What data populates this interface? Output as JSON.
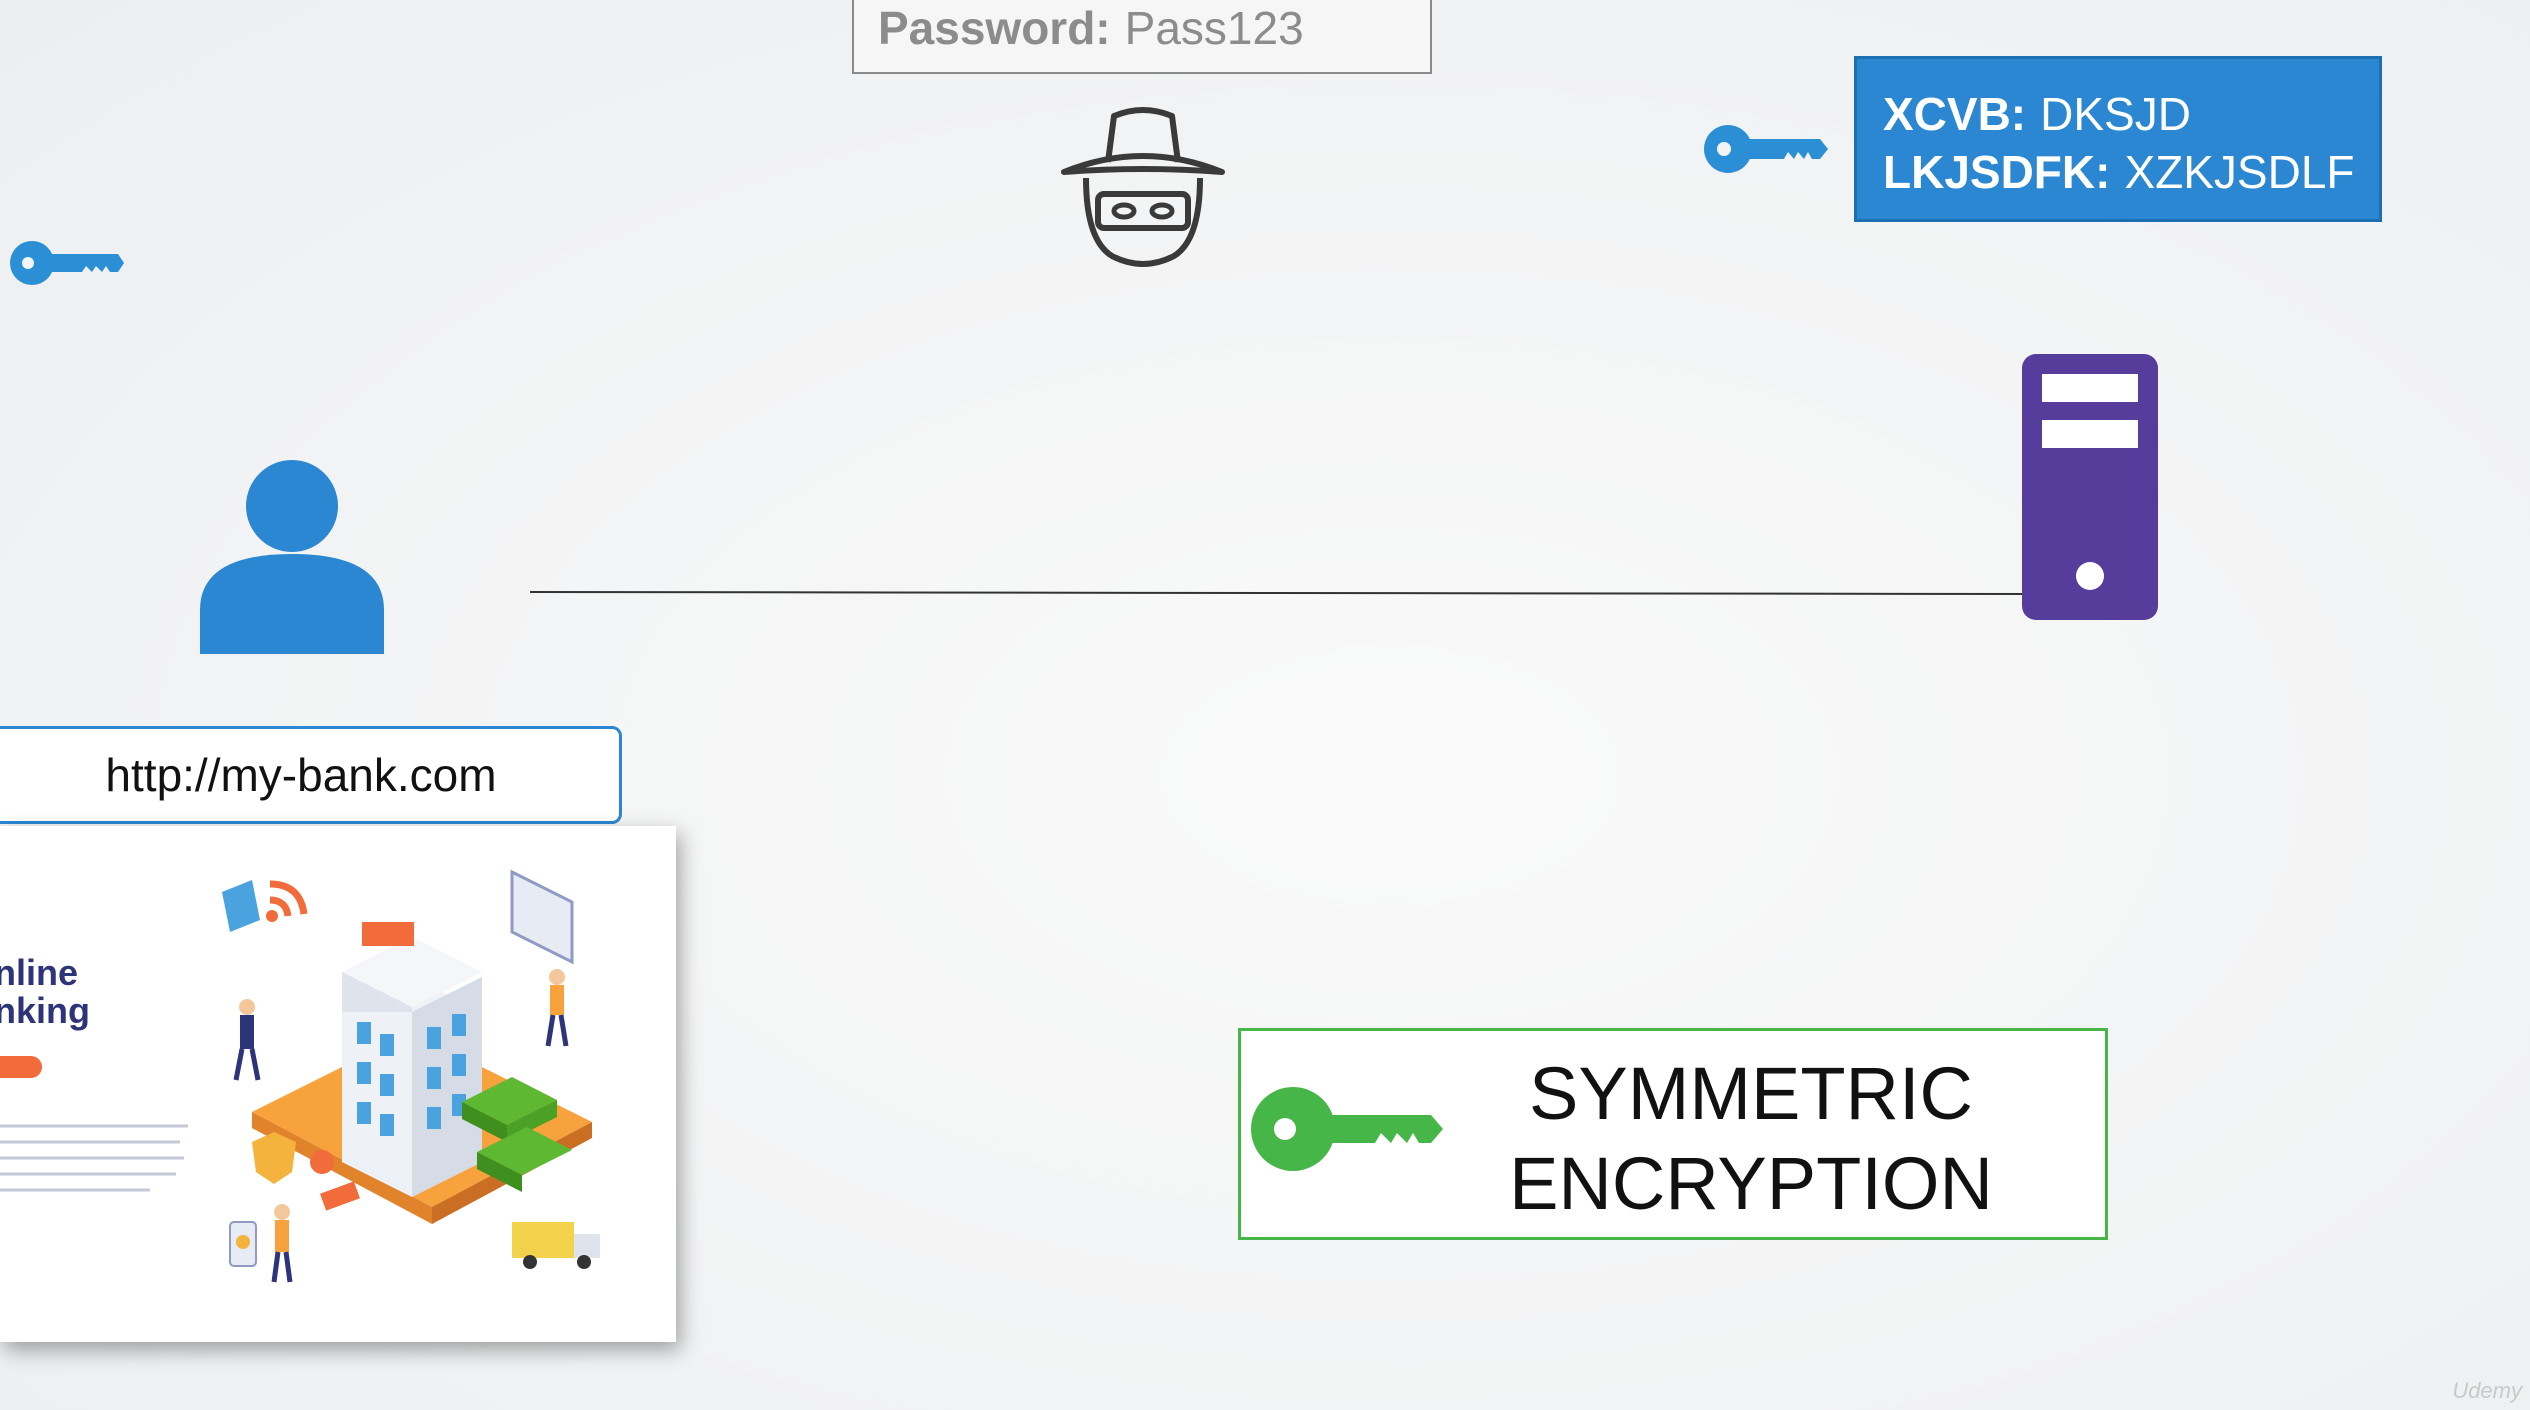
{
  "password_box": {
    "label": "Password:",
    "value": "Pass123"
  },
  "cipher_box": {
    "rows": [
      {
        "key": "XCVB:",
        "value": "DKSJD"
      },
      {
        "key": "LKJSDFK:",
        "value": "XZKJSDLF"
      }
    ]
  },
  "url_bar": {
    "url": "http://my-bank.com"
  },
  "website": {
    "title": "nline\nnking"
  },
  "symmetric_box": {
    "text": "SYMMETRIC\nENCRYPTION"
  },
  "watermark": {
    "text": "Udemy"
  },
  "icons": {
    "hacker": "hacker-icon",
    "user": "user-icon",
    "server": "server-icon",
    "key": "key-icon"
  },
  "colors": {
    "blue": "#2b87d1",
    "key_blue": "#2b8fd6",
    "green": "#47b649",
    "server_purple": "#563d9c",
    "background": "#f3f4f5"
  }
}
